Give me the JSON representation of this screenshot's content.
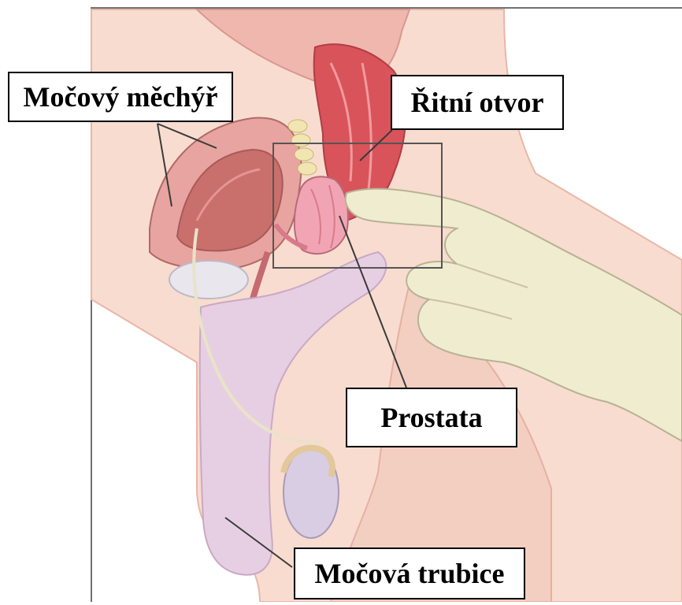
{
  "labels": {
    "bladder": "Močový měchýř",
    "anus": "Řitní otvor",
    "prostate": "Prostata",
    "urethra": "Močová trubice"
  },
  "icons": {
    "glove_hand": "gloved-hand-icon"
  },
  "colors": {
    "skin": "#f8dccf",
    "skin_shade": "#e9b5a8",
    "bladder_wall": "#e8a4a0",
    "bladder_inner": "#c9706c",
    "rectum": "#d8545a",
    "prostate": "#f1a5b4",
    "glove": "#f0ecd0",
    "penis": "#e7cfe3",
    "testis": "#d8cde2",
    "leader": "#3a3a3a",
    "frame": "#555555"
  }
}
